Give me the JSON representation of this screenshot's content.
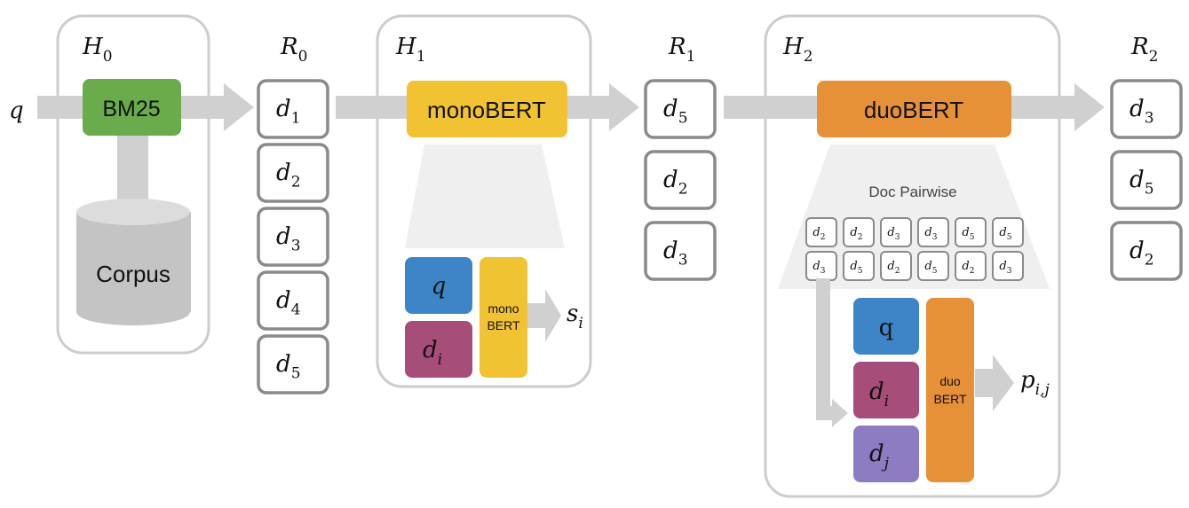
{
  "query_symbol": "q",
  "stage0": {
    "hypothesis": {
      "base": "H",
      "sub": "0"
    },
    "retriever_label": "BM25",
    "corpus_label": "Corpus",
    "ranking": {
      "base": "R",
      "sub": "0"
    },
    "docs": [
      {
        "base": "d",
        "sub": "1"
      },
      {
        "base": "d",
        "sub": "2"
      },
      {
        "base": "d",
        "sub": "3"
      },
      {
        "base": "d",
        "sub": "4"
      },
      {
        "base": "d",
        "sub": "5"
      }
    ]
  },
  "stage1": {
    "hypothesis": {
      "base": "H",
      "sub": "1"
    },
    "model_label": "monoBERT",
    "inner_query": "q",
    "inner_doc": {
      "base": "d",
      "sub": "i"
    },
    "inner_model": [
      "mono",
      "BERT"
    ],
    "score": {
      "base": "s",
      "sub": "i"
    },
    "ranking": {
      "base": "R",
      "sub": "1"
    },
    "docs": [
      {
        "base": "d",
        "sub": "5"
      },
      {
        "base": "d",
        "sub": "2"
      },
      {
        "base": "d",
        "sub": "3"
      }
    ]
  },
  "stage2": {
    "hypothesis": {
      "base": "H",
      "sub": "2"
    },
    "model_label": "duoBERT",
    "pairwise_label": "Doc Pairwise",
    "pairs": [
      [
        {
          "base": "d",
          "sub": "2"
        },
        {
          "base": "d",
          "sub": "3"
        }
      ],
      [
        {
          "base": "d",
          "sub": "2"
        },
        {
          "base": "d",
          "sub": "5"
        }
      ],
      [
        {
          "base": "d",
          "sub": "3"
        },
        {
          "base": "d",
          "sub": "2"
        }
      ],
      [
        {
          "base": "d",
          "sub": "3"
        },
        {
          "base": "d",
          "sub": "5"
        }
      ],
      [
        {
          "base": "d",
          "sub": "5"
        },
        {
          "base": "d",
          "sub": "2"
        }
      ],
      [
        {
          "base": "d",
          "sub": "5"
        },
        {
          "base": "d",
          "sub": "3"
        }
      ]
    ],
    "inner_query": "q",
    "inner_doc_i": {
      "base": "d",
      "sub": "i"
    },
    "inner_doc_j": {
      "base": "d",
      "sub": "j"
    },
    "inner_model": [
      "duo",
      "BERT"
    ],
    "probability": {
      "base": "p",
      "sub": "i,j"
    },
    "ranking": {
      "base": "R",
      "sub": "2"
    },
    "docs": [
      {
        "base": "d",
        "sub": "3"
      },
      {
        "base": "d",
        "sub": "5"
      },
      {
        "base": "d",
        "sub": "2"
      }
    ]
  },
  "colors": {
    "bm25": "#6aab4b",
    "corpus": "#c4c4c4",
    "monobert": "#f1c232",
    "duobert": "#e69138",
    "query_box": "#3d85c6",
    "doc_i_box": "#a64d79",
    "doc_j_box": "#8e7cc3",
    "arrow": "#d0d0d0",
    "panel_border": "#cccccc",
    "doc_border": "#8a8a8a"
  }
}
